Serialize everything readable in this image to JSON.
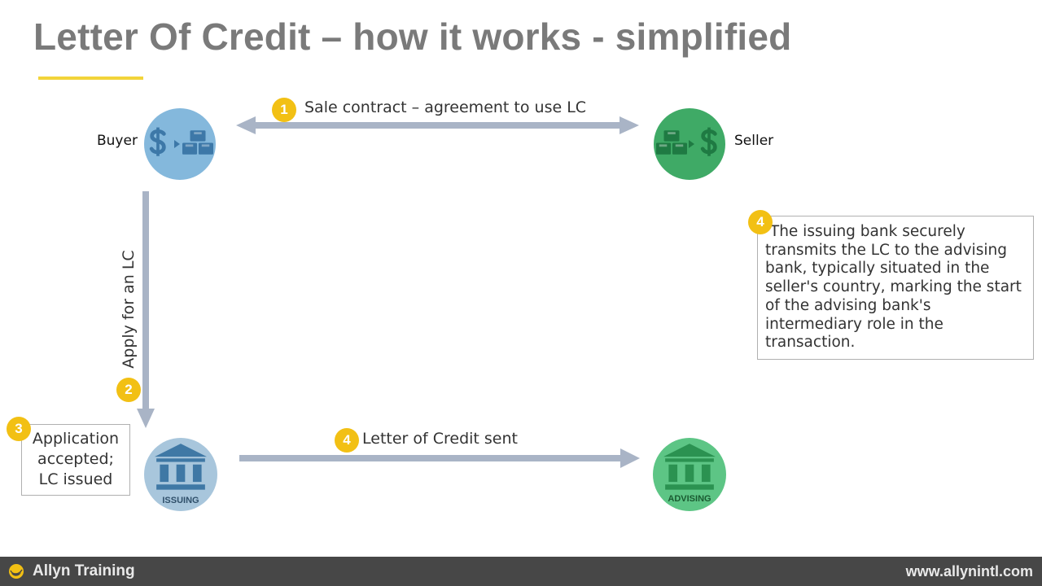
{
  "slide": {
    "title": "Letter Of Credit – how it works - simplified"
  },
  "parties": {
    "buyer": "Buyer",
    "seller": "Seller"
  },
  "banks": {
    "issuing": "ISSUING",
    "advising": "ADVISING"
  },
  "steps": [
    {
      "number": "1",
      "text": "Sale contract – agreement to use LC"
    },
    {
      "number": "2",
      "text": "Apply for an LC"
    },
    {
      "number": "3",
      "lines": [
        "Application",
        "accepted;",
        "LC issued"
      ]
    },
    {
      "number": "4",
      "text": "Letter of Credit sent"
    }
  ],
  "note": {
    "number": "4",
    "text": " The issuing bank securely transmits the LC to the advising bank, typically situated in the seller's country, marking the start of the advising bank's intermediary role in the transaction."
  },
  "footer": {
    "brand": "Allyn Training",
    "url": "www.allynintl.com"
  },
  "colors": {
    "title": "#7a7a7a",
    "accent_yellow": "#f2c014",
    "underline": "#f2d43a",
    "arrow": "#a9b4c6",
    "buyer_circle": "#84b8dc",
    "buyer_icon": "#3d78a8",
    "seller_circle": "#3faa66",
    "seller_icon": "#1f7a43",
    "issuing_circle": "#a8c6dc",
    "issuing_icon": "#3f78a5",
    "advising_circle": "#5dc585",
    "advising_icon": "#2b9251",
    "footer_bg": "#474747"
  },
  "icons": [
    "dollar-icon",
    "goods-boxes-icon",
    "bank-icon",
    "allyn-logo-icon"
  ]
}
